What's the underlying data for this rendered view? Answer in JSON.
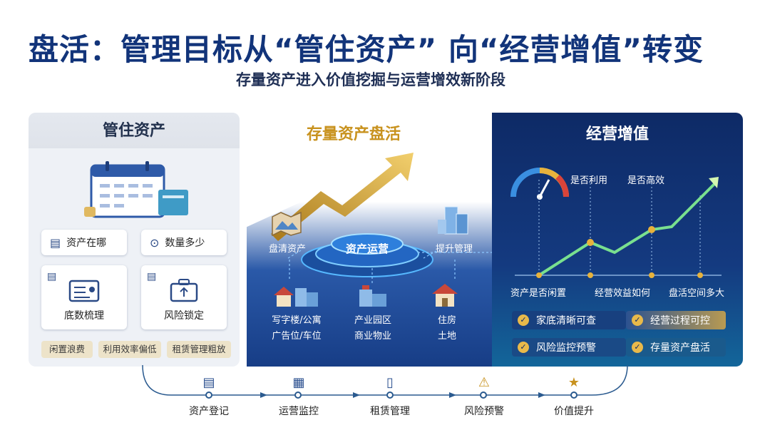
{
  "title": "盘活：管理目标从“管住资产” 向“经营增值”转变",
  "subtitle": "存量资产进入价值挖掘与运营增效新阶段",
  "left": {
    "header": "管住资产",
    "cards": [
      "资产在哪",
      "数量多少"
    ],
    "big_cards": [
      "底数梳理",
      "风险锁定"
    ],
    "tags": [
      "闲置浪费",
      "利用效率偏低",
      "租赁管理粗放"
    ]
  },
  "middle": {
    "title": "存量资产盘活",
    "hub": "资产运营",
    "left_node": "盘清资产",
    "right_node": "提升管理",
    "categories": [
      {
        "line1": "写字楼/公寓",
        "line2": "广告位/车位"
      },
      {
        "line1": "产业园区",
        "line2": "商业物业"
      },
      {
        "line1": "住房",
        "line2": "土地"
      }
    ]
  },
  "right": {
    "title": "经营增值",
    "top_labels": [
      "是否利用",
      "是否高效"
    ],
    "axis_labels": [
      "资产是否闲置",
      "经营效益如何",
      "盘活空间多大"
    ],
    "checks": [
      "家底清晰可查",
      "经营过程可控",
      "风险监控预警",
      "存量资产盘活"
    ]
  },
  "flow": [
    "资产登记",
    "运营监控",
    "租赁管理",
    "风险预警",
    "价值提升"
  ],
  "colors": {
    "navy": "#12347a",
    "gold": "#c8921e",
    "tag": "#ede3c9"
  }
}
